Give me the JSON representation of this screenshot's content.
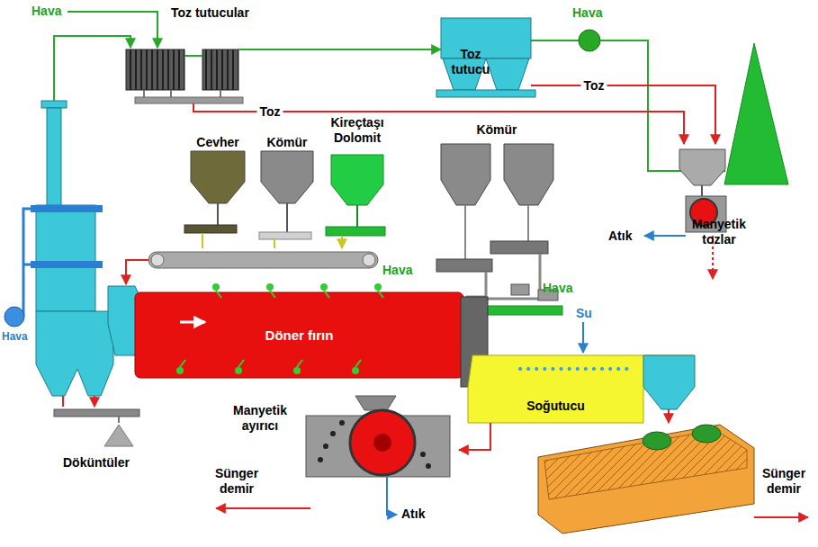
{
  "diagram": {
    "nodes": [
      {
        "text": [
          "Toz tutucular"
        ]
      },
      {
        "text": [
          "Toz tutucu"
        ]
      },
      {
        "text": [
          "Manyetik tozlar"
        ]
      },
      {
        "text": [
          "Döner fırın"
        ]
      },
      {
        "text": [
          "Soğutucu"
        ]
      },
      {
        "text": [
          "Manyetik ayırıcı"
        ]
      }
    ],
    "edges": [
      {
        "from": 0,
        "to": 1,
        "arrow": "to"
      },
      {
        "from": 0,
        "to": 2,
        "label": "Toz",
        "arrow": "to"
      },
      {
        "from": 1,
        "to": 2,
        "label": "Toz",
        "arrow": "to"
      },
      {
        "from": 4,
        "to": 5,
        "arrow": "to"
      }
    ],
    "labels": [
      "Hava",
      "Hava",
      "Cevher",
      "Kömür",
      "Kireçtaşı Dolomit",
      "Kömür",
      "Atık",
      "Hava",
      "Hava",
      "Hava",
      "Su",
      "Döküntüler",
      "Sünger demir",
      "Atık",
      "Sünger demir"
    ]
  }
}
